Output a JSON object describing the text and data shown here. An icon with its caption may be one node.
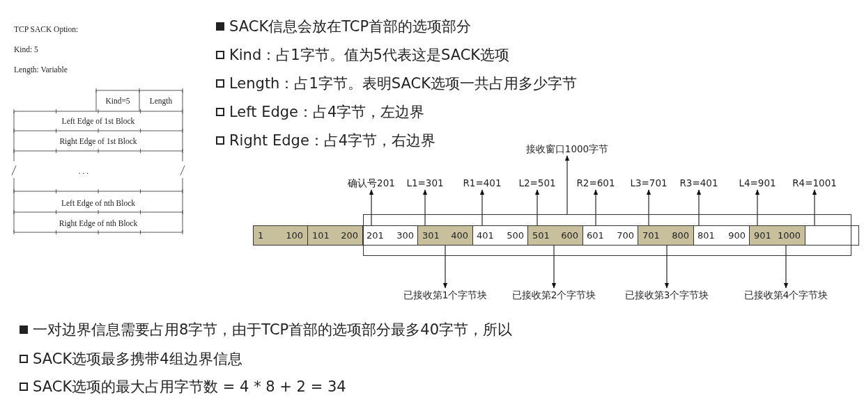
{
  "diagram": {
    "nodes": [
      {
        "text": [
          "接收窗口1000字节"
        ]
      },
      {
        "text": [
          "确认号201"
        ]
      },
      {
        "text": [
          "L1=301"
        ]
      },
      {
        "text": [
          "R1=401"
        ]
      },
      {
        "text": [
          "L2=501"
        ]
      },
      {
        "text": [
          "R2=601"
        ]
      },
      {
        "text": [
          "L3=701"
        ]
      },
      {
        "text": [
          "R3=401"
        ]
      },
      {
        "text": [
          "L4=901"
        ]
      },
      {
        "text": [
          "R4=1001"
        ]
      },
      {
        "text": [],
        "shape": "box"
      },
      {
        "text": [
          "1",
          "100"
        ]
      },
      {
        "text": [
          "101",
          "200"
        ]
      },
      {
        "text": [
          "201",
          "300"
        ],
        "in": 10
      },
      {
        "text": [
          "301",
          "400"
        ],
        "in": 10
      },
      {
        "text": [
          "401",
          "500"
        ],
        "in": 10
      },
      {
        "text": [
          "501",
          "600"
        ],
        "in": 10
      },
      {
        "text": [
          "601",
          "700"
        ],
        "in": 10
      },
      {
        "text": [
          "701",
          "800"
        ],
        "in": 10
      },
      {
        "text": [
          "801",
          "900"
        ],
        "in": 10
      },
      {
        "text": [
          "901",
          "1000"
        ],
        "in": 10
      },
      {
        "text": [],
        "shape": "box"
      },
      {
        "text": [
          "已接收第1个字节块"
        ]
      },
      {
        "text": [
          "已接收第2个字节块"
        ]
      },
      {
        "text": [
          "已接收第3个字节块"
        ]
      },
      {
        "text": [
          "已接收第4个字节块"
        ]
      }
    ],
    "edges": [
      {
        "from": 10,
        "to": 0,
        "arrow": "to"
      },
      {
        "from": 13,
        "to": 1,
        "arrow": "to"
      },
      {
        "from": 14,
        "to": 2,
        "arrow": "to"
      },
      {
        "from": 15,
        "to": 3,
        "arrow": "to"
      },
      {
        "from": 16,
        "to": 4,
        "arrow": "to"
      },
      {
        "from": 17,
        "to": 5,
        "arrow": "to"
      },
      {
        "from": 18,
        "to": 6,
        "arrow": "to"
      },
      {
        "from": 19,
        "to": 7,
        "arrow": "to"
      },
      {
        "from": 20,
        "to": 8,
        "arrow": "to"
      },
      {
        "from": 21,
        "to": 9,
        "arrow": "to"
      },
      {
        "from": 14,
        "to": 22,
        "arrow": "to"
      },
      {
        "from": 16,
        "to": 23,
        "arrow": "to"
      },
      {
        "from": 18,
        "to": 24,
        "arrow": "to"
      },
      {
        "from": 20,
        "to": 25,
        "arrow": "to"
      }
    ],
    "labels": [
      "TCP SACK Option:",
      "Kind: 5",
      "Length: Variable",
      "Kind=5",
      "Length",
      "Left Edge of 1st Block",
      "Right Edge of 1st Block",
      ". . .",
      "Left Edge of nth Block",
      "Right Edge of nth Block",
      "SACK信息会放在TCP首部的选项部分",
      "Kind：占1字节。值为5代表这是SACK选项",
      "Length：占1字节。表明SACK选项一共占用多少字节",
      "Left Edge：占4字节，左边界",
      "Right Edge：占4字节，右边界",
      "一对边界信息需要占用8字节，由于TCP首部的选项部分最多40字节，所以",
      "SACK选项最多携带4组边界信息",
      "SACK选项的最大占用字节数 = 4 * 8 + 2 = 34"
    ]
  }
}
